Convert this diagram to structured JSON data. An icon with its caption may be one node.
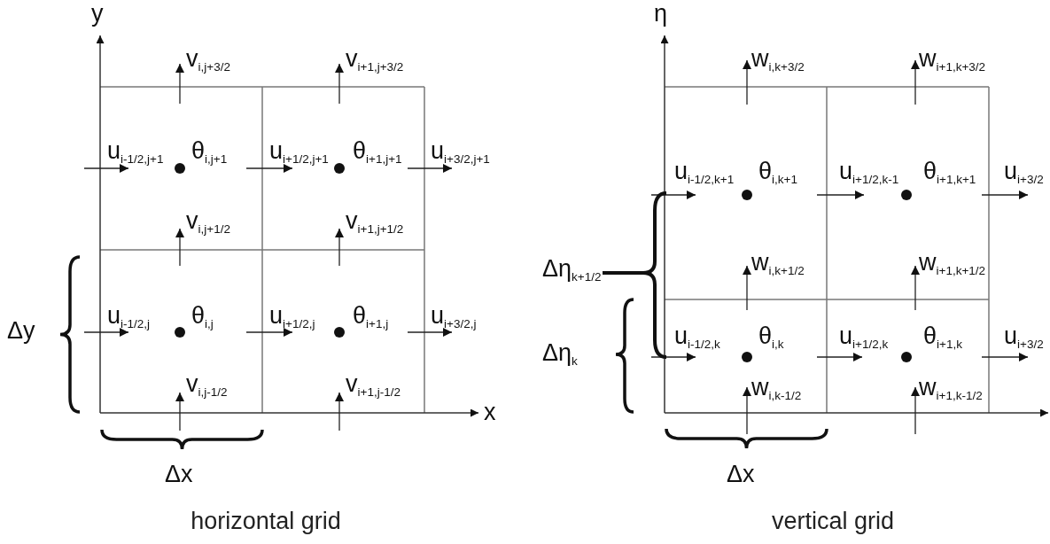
{
  "diagram": {
    "labels": [
      "y",
      "v$_{i,j+3/2}$",
      "v$_{i+1,j+3/2}$",
      "u$_{i-1/2,j+1}$",
      "θ$_{i,j+1}$",
      "u$_{i+1/2,j+1}$",
      "θ$_{i+1,j+1}$",
      "u$_{i+3/2,j+1}$",
      "v$_{i,j+1/2}$",
      "v$_{i+1,j+1/2}$",
      "Δy",
      "u$_{i-1/2,j}$",
      "θ$_{i,j}$",
      "u$_{i+1/2,j}$",
      "θ$_{i+1,j}$",
      "u$_{i+3/2,j}$",
      "v$_{i,j-1/2}$",
      "v$_{i+1,j-1/2}$",
      "x",
      "Δx",
      "horizontal grid",
      "η",
      "w$_{i,k+3/2}$",
      "w$_{i+1,k+3/2}$",
      "u$_{i-1/2,k+1}$",
      "θ$_{i,k+1}$",
      "u$_{i+1/2,k-1}$",
      "θ$_{i+1,k+1}$",
      "u$_{i+3/2}$",
      "Δη$_{k+1/2}$",
      "w$_{i,k+1/2}$",
      "w$_{i+1,k+1/2}$",
      "u$_{i-1/2,k}$",
      "θ$_{i,k}$",
      "u$_{i+1/2,k}$",
      "θ$_{i+1,k}$",
      "u$_{i+3/2}$",
      "Δη$_{k}$",
      "w$_{i,k-1/2}$",
      "w$_{i+1,k-1/2}$",
      "Δx",
      "vertical grid"
    ]
  }
}
